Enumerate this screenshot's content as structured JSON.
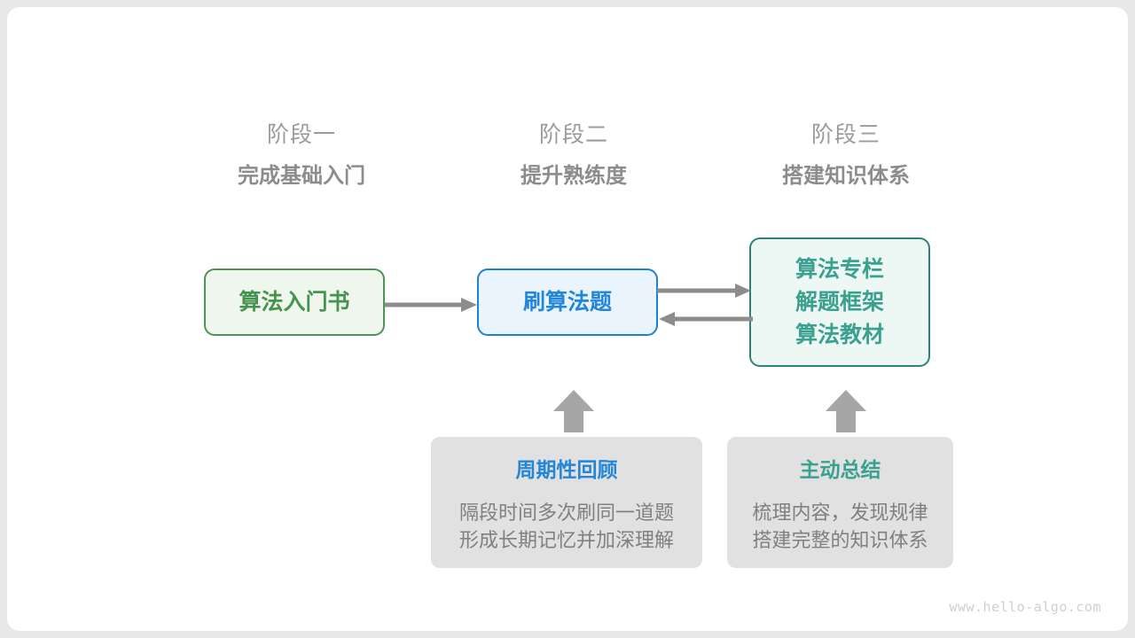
{
  "diagram": {
    "stages": [
      {
        "number": "阶段一",
        "title": "完成基础入门"
      },
      {
        "number": "阶段二",
        "title": "提升熟练度"
      },
      {
        "number": "阶段三",
        "title": "搭建知识体系"
      }
    ],
    "nodes": [
      {
        "id": "book",
        "label": "算法入门书",
        "color": "#45934f"
      },
      {
        "id": "practice",
        "label": "刷算法题",
        "color": "#2486d8"
      },
      {
        "id": "system_line1",
        "label": "算法专栏",
        "color": "#3aa08f"
      },
      {
        "id": "system_line2",
        "label": "解题框架",
        "color": "#3aa08f"
      },
      {
        "id": "system_line3",
        "label": "算法教材",
        "color": "#3aa08f"
      }
    ],
    "notes": [
      {
        "id": "review",
        "title": "周期性回顾",
        "body": "隔段时间多次刷同一道题\n形成长期记忆并加深理解"
      },
      {
        "id": "summary",
        "title": "主动总结",
        "body": "梳理内容，发现规律\n搭建完整的知识体系"
      }
    ],
    "watermark": "www.hello-algo.com",
    "colors": {
      "arrow": "#8c8c8c",
      "note_bg": "#e1e1e1",
      "stage_number": "#9b9b9b",
      "stage_title": "#8c8c8c",
      "body_text": "#808080",
      "green": "#45934f",
      "blue": "#2486d8",
      "teal": "#3aa08f"
    }
  }
}
